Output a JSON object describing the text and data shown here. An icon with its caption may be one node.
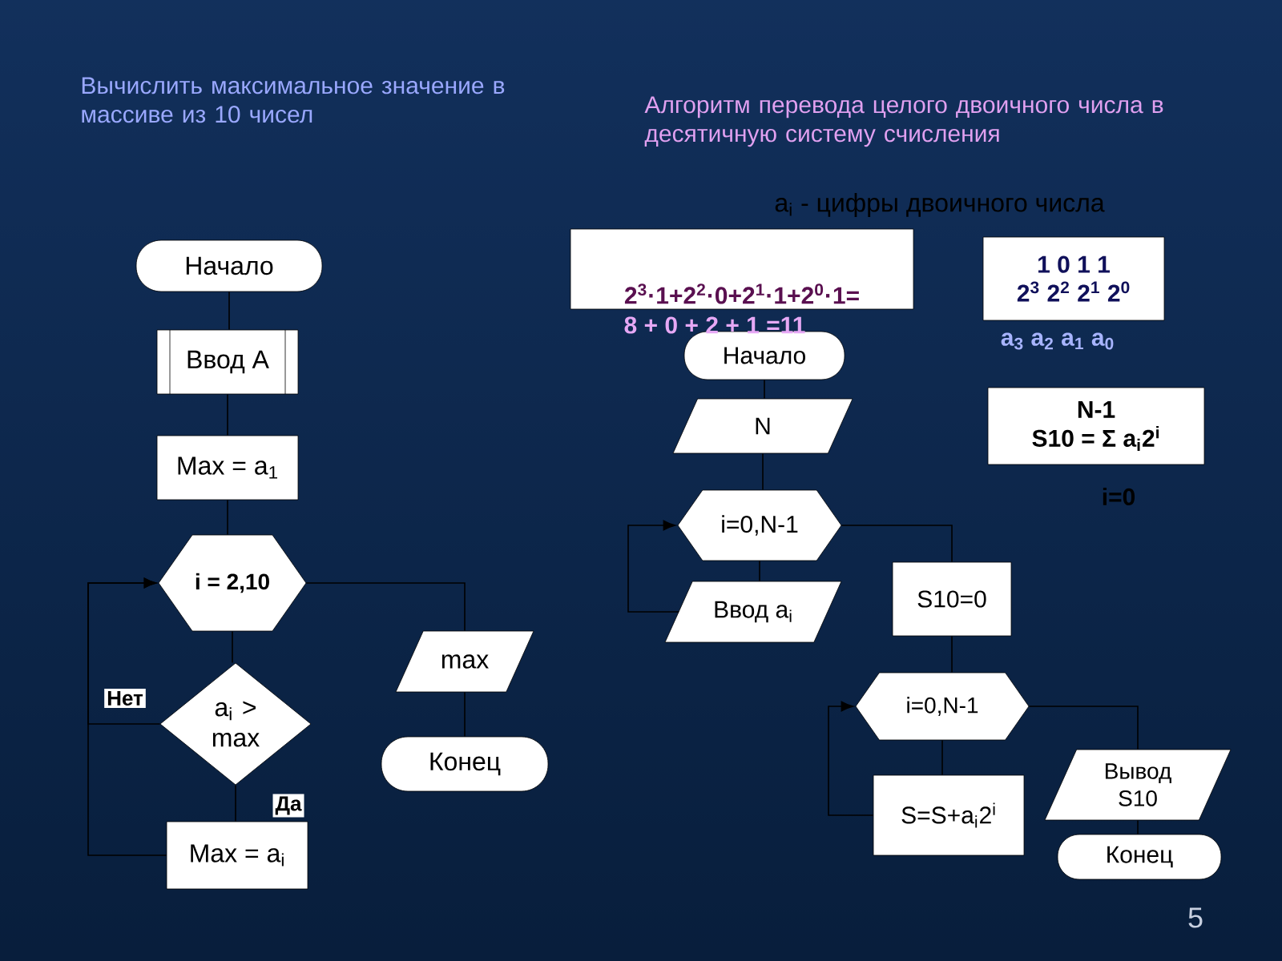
{
  "diagram": {
    "nodes": [
      {
        "text": [
          "Начало"
        ]
      },
      {
        "text": [
          "Ввод A"
        ]
      },
      {
        "text": [
          "Max = a$_{1}$"
        ]
      },
      {
        "text": [
          "i = 2,10"
        ]
      },
      {
        "text": [
          "a$_{i}$ > max"
        ]
      },
      {
        "text": [
          "Max = a$_{i}$"
        ]
      },
      {
        "text": [
          "max"
        ]
      },
      {
        "text": [
          "Конец"
        ]
      },
      {
        "text": [
          "Начало"
        ]
      },
      {
        "text": [
          "N"
        ]
      },
      {
        "text": [
          "i=0,N-1"
        ]
      },
      {
        "text": [
          "Ввод a$_{i}$"
        ]
      },
      {
        "text": [
          "S10=0"
        ]
      },
      {
        "text": [
          "i=0,N-1"
        ]
      },
      {
        "text": [
          "S=S+a$_{i}$2$^{i}$"
        ]
      },
      {
        "text": [
          "Вывод S10"
        ]
      },
      {
        "text": [
          "Конец"
        ]
      },
      {
        "text": [
          "2$^{3}$·1+2$^{2}$·0+2$^{1}$·1+2$^{0}$·1="
        ],
        "beside": [
          "8 + 0 + 2 + 1 =11"
        ]
      },
      {
        "text": [
          "1 0 1 1",
          "2$^{3}$ 2$^{2}$ 2$^{1}$ 2$^{0}$"
        ],
        "beside": [
          "a$_{3}$ a$_{2}$ a$_{1}$ a$_{0}$"
        ]
      },
      {
        "text": [
          "N-1",
          "S10 = Σ a$_{i}$2$^{i}$"
        ],
        "beside": [
          "i=0"
        ]
      }
    ],
    "edges": [
      {
        "from": 0,
        "to": 1,
        "arrow": "none"
      },
      {
        "from": 1,
        "to": 2,
        "arrow": "none"
      },
      {
        "from": 2,
        "to": 3,
        "arrow": "none"
      },
      {
        "from": 3,
        "to": 4,
        "arrow": "none"
      },
      {
        "from": 4,
        "to": 5,
        "arrow": "none",
        "label": "Да"
      },
      {
        "from": 4,
        "to": 3,
        "arrow": "to",
        "label": "Нет"
      },
      {
        "from": 5,
        "to": 3,
        "arrow": "to"
      },
      {
        "from": 3,
        "to": 6,
        "arrow": "none"
      },
      {
        "from": 6,
        "to": 7,
        "arrow": "none"
      },
      {
        "from": 8,
        "to": 9,
        "arrow": "none"
      },
      {
        "from": 9,
        "to": 10,
        "arrow": "none"
      },
      {
        "from": 10,
        "to": 11,
        "arrow": "none"
      },
      {
        "from": 11,
        "to": 10,
        "arrow": "to"
      },
      {
        "from": 10,
        "to": 12,
        "arrow": "none"
      },
      {
        "from": 12,
        "to": 13,
        "arrow": "none"
      },
      {
        "from": 13,
        "to": 14,
        "arrow": "none"
      },
      {
        "from": 14,
        "to": 13,
        "arrow": "to"
      },
      {
        "from": 13,
        "to": 15,
        "arrow": "none"
      },
      {
        "from": 15,
        "to": 16,
        "arrow": "none"
      }
    ],
    "labels": [
      "Вычислить максимальное значение в массиве из 10 чисел",
      "Алгоритм перевода целого двоичного числа в десятичную систему счисления",
      "a$_{i}$ - цифры двоичного числа",
      "5"
    ]
  }
}
